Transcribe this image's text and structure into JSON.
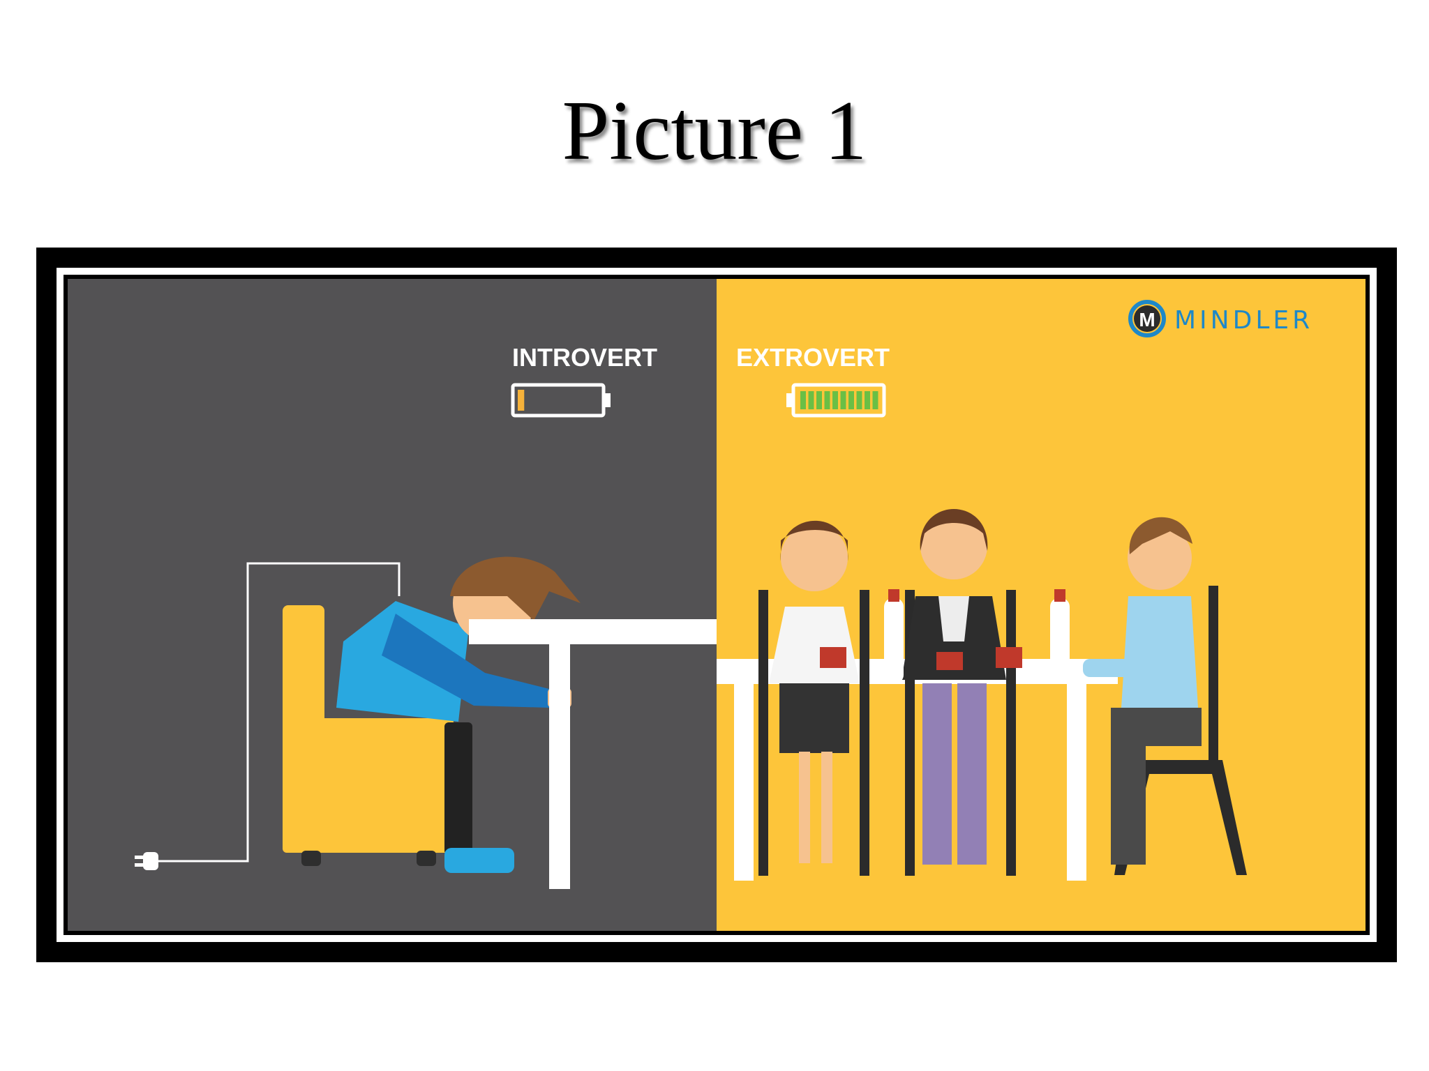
{
  "slide": {
    "title": "Picture 1"
  },
  "illustration": {
    "logo_letter": "M",
    "logo_name": "MINDLER",
    "introvert_label": "INTROVERT",
    "extrovert_label": "EXTROVERT",
    "introvert_battery_level": 0.08,
    "extrovert_battery_level": 1.0,
    "colors": {
      "introvert_bg": "#535254",
      "extrovert_bg": "#FDC53A",
      "brand_blue": "#1E88C8",
      "battery_low": "#F6B23A",
      "battery_full": "#6ABF45"
    }
  }
}
